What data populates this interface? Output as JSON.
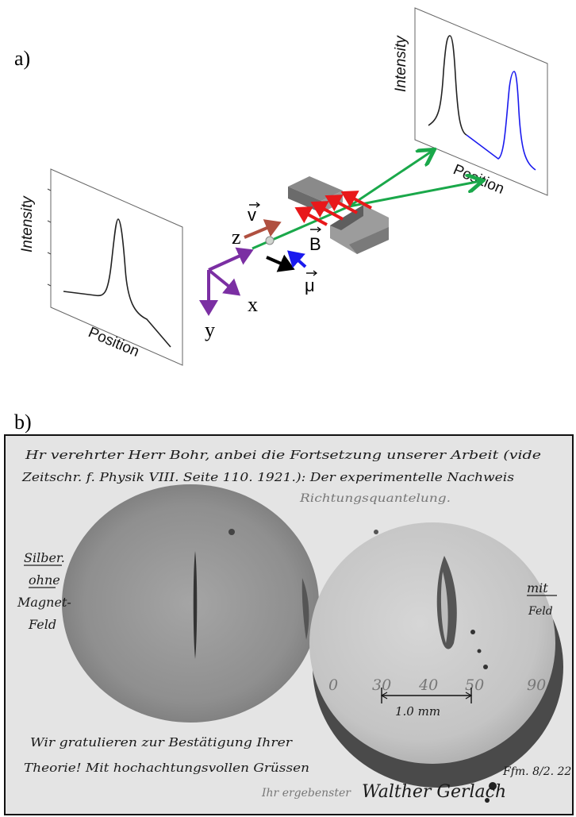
{
  "panel_a": {
    "label": "a)",
    "left_detector": {
      "ylabel": "Intensity",
      "xlabel": "Position"
    },
    "right_detector": {
      "ylabel": "Intensity",
      "xlabel": "Position"
    },
    "vectors": {
      "v": "v",
      "B": "B",
      "mu": "μ"
    },
    "axes": {
      "x": "x",
      "y": "y",
      "z": "z"
    },
    "colors": {
      "beam": "#1aa84a",
      "field": "#e8181a",
      "velocity": "#b05040",
      "axes": "#7b2fa3",
      "spin_up": "#1a1aee",
      "spin_down": "#000000",
      "magnet": "#777777"
    }
  },
  "panel_b": {
    "label": "b)",
    "postcard": {
      "line1": "Hr verehrter Herr Bohr, anbei die Fortsetzung unserer Arbeit (vide",
      "line2": "Zeitschr. f. Physik VIII. Seite 110. 1921.): Der experimentelle Nachweis",
      "line3": "Richtungsquantelung.",
      "left_note": [
        "Silber.",
        "ohne",
        "Magnet-",
        "Feld"
      ],
      "right_note": [
        "mit",
        "Feld"
      ],
      "scale_label": "1.0 mm",
      "scale_ticks": [
        "30",
        "40",
        "50",
        "90",
        "0"
      ],
      "bottom1": "Wir gratulieren zur Bestätigung Ihrer",
      "bottom2": "Theorie! Mit hochachtungsvollen Grüssen",
      "bottom3": "Ihr ergebenster",
      "signature": "Walther Gerlach",
      "date": "Ffm. 8/2. 22"
    }
  }
}
